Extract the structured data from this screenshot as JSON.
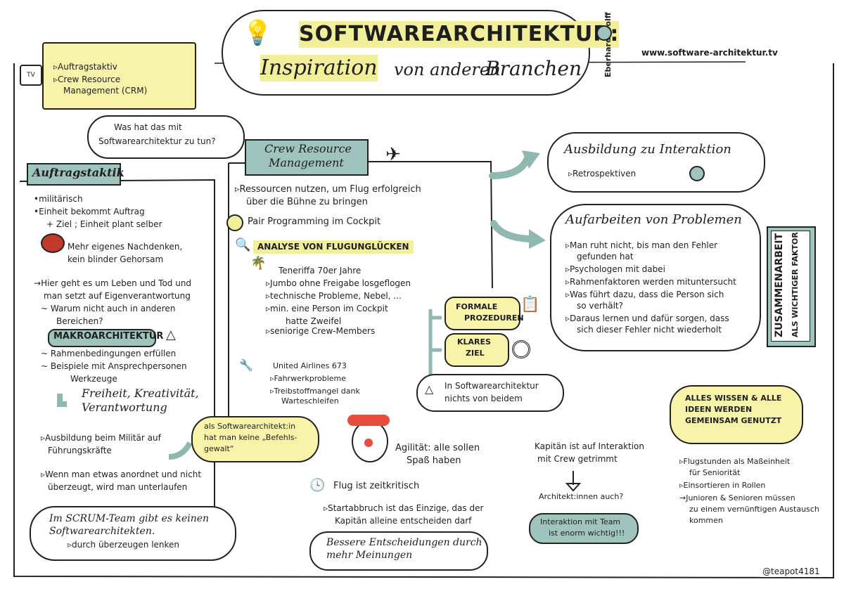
{
  "title": {
    "line1": "SOFTWAREARCHITEKTUR:",
    "line2_a": "Inspiration",
    "line2_b": "von anderen",
    "line2_c": "Branchen",
    "author": "Eberhard Wolff",
    "url": "www.software-architektur.tv"
  },
  "tv_note": {
    "icon_label": "TV",
    "items": [
      "Auftragstaktiv",
      "Crew Resource",
      "Management (CRM)"
    ]
  },
  "question_bubble": [
    "Was hat das mit",
    "Softwarearchitektur zu tun?"
  ],
  "auftragstaktik": {
    "heading": "Auftragstaktik",
    "items": [
      "militärisch",
      "Einheit bekommt Auftrag",
      "+ Ziel ; Einheit plant selber"
    ],
    "brain_text": [
      "Mehr eigenes Nachdenken,",
      "kein blinder Gehorsam"
    ],
    "life": [
      "Hier geht es um Leben und Tod und",
      "man setzt auf Eigenverantwortung"
    ],
    "why": [
      "Warum nicht auch in anderen",
      "Bereichen?"
    ],
    "makro_heading": "MAKROARCHITEKTUR",
    "makro_items": [
      "Rahmenbedingungen erfüllen",
      "Beispiele mit Ansprechpersonen"
    ],
    "werkzeuge": "Werkzeuge",
    "freedom": [
      "Freiheit, Kreativität,",
      "Verantwortung"
    ],
    "military": [
      "Ausbildung beim Militär auf",
      "Führungskräfte"
    ],
    "order": [
      "Wenn man etwas anordnet und nicht",
      "überzeugt, wird man unterlaufen"
    ],
    "scrum": [
      "Im SCRUM-Team gibt es keinen",
      "Softwarearchitekten."
    ],
    "scrum_sub": "durch überzeugen lenken"
  },
  "befehl_bubble": [
    "als Softwarearchitekt:in",
    "hat man keine „Befehls-",
    "gewalt“"
  ],
  "crm": {
    "heading": [
      "Crew Resource",
      "Management"
    ],
    "resources": [
      "Ressourcen nutzen, um Flug erfolgreich",
      "über die Bühne zu bringen"
    ],
    "pair": "Pair Programming im Cockpit",
    "analyse": "ANALYSE VON FLUGUNGLÜCKEN",
    "teneriffa": "Teneriffa 70er Jahre",
    "teneriffa_items": [
      "Jumbo ohne Freigabe losgeflogen",
      "technische Probleme, Nebel, ...",
      "min. eine Person im Cockpit",
      "hatte Zweifel",
      "seniorige Crew-Members"
    ],
    "united": "United Airlines 673",
    "united_items": [
      "Fahrwerkprobleme",
      "Treibstoffmangel dank",
      "Warteschleifen"
    ],
    "agility": [
      "Agilität: alle sollen",
      "Spaß haben"
    ],
    "flight_critical": "Flug ist zeitkritisch",
    "abort": [
      "Startabbruch ist das Einzige, das der",
      "Kapitän alleine entscheiden darf"
    ],
    "better": [
      "Bessere Entscheidungen durch",
      "mehr Meinungen"
    ]
  },
  "procedures": {
    "formal": [
      "FORMALE",
      "PROZEDUREN"
    ],
    "goal": [
      "KLARES",
      "ZIEL"
    ],
    "none": [
      "In Softwarearchitektur",
      "nichts von beidem"
    ]
  },
  "ausbildung": {
    "heading": "Ausbildung zu Interaktion",
    "items": [
      "Retrospektiven"
    ]
  },
  "probleme": {
    "heading": "Aufarbeiten von Problemen",
    "items": [
      [
        "Man ruht nicht, bis man den Fehler",
        "gefunden hat"
      ],
      [
        "Psychologen mit dabei"
      ],
      [
        "Rahmenfaktoren werden mituntersucht"
      ],
      [
        "Was führt dazu, dass die Person sich",
        "so verhält?"
      ],
      [
        "Daraus lernen und dafür sorgen, dass",
        "sich dieser Fehler nicht wiederholt"
      ]
    ]
  },
  "zusammenarbeit": [
    "ZUSAMMENARBEIT",
    "ALS WICHTIGER FAKTOR"
  ],
  "kapitaen": [
    "Kapitän ist auf Interaktion",
    "mit Crew getrimmt"
  ],
  "architekt": "Architekt:innen auch?",
  "interaktion": [
    "Interaktion mit Team",
    "ist enorm wichtig!!!"
  ],
  "wissen": [
    "ALLES WISSEN & ALLE",
    "IDEEN WERDEN",
    "GEMEINSAM GENUTZT"
  ],
  "senior": {
    "items": [
      [
        "Flugstunden als Maßeinheit",
        "für Seniorität"
      ],
      [
        "Einsortieren in Rollen"
      ],
      [
        "Junioren & Senioren müssen",
        "zu einem vernünftigen Austausch",
        "kommen"
      ]
    ]
  },
  "credit": "@teapot4181",
  "colors": {
    "teal": "#9fc3bd",
    "yellow": "#f7f3a8",
    "ink": "#1f1f1f"
  }
}
